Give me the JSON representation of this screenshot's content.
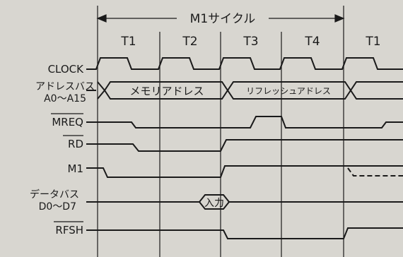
{
  "cycle_label": "M1サイクル",
  "states": [
    "T1",
    "T2",
    "T3",
    "T4",
    "T1"
  ],
  "signals": {
    "clock": "CLOCK",
    "addr_line1": "アドレスバス",
    "addr_line2": "A0～A15",
    "mreq": "MREQ",
    "rd": "RD",
    "m1": "M1",
    "data_line1": "データバス",
    "data_line2": "D0～D7",
    "rfsh": "RFSH"
  },
  "bus_values": {
    "memory_address": "メモリアドレス",
    "refresh_address": "リフレッシュアドレス",
    "input": "入力"
  },
  "colors": {
    "ink": "#1a1a1a",
    "paper": "#d8d6d0"
  }
}
